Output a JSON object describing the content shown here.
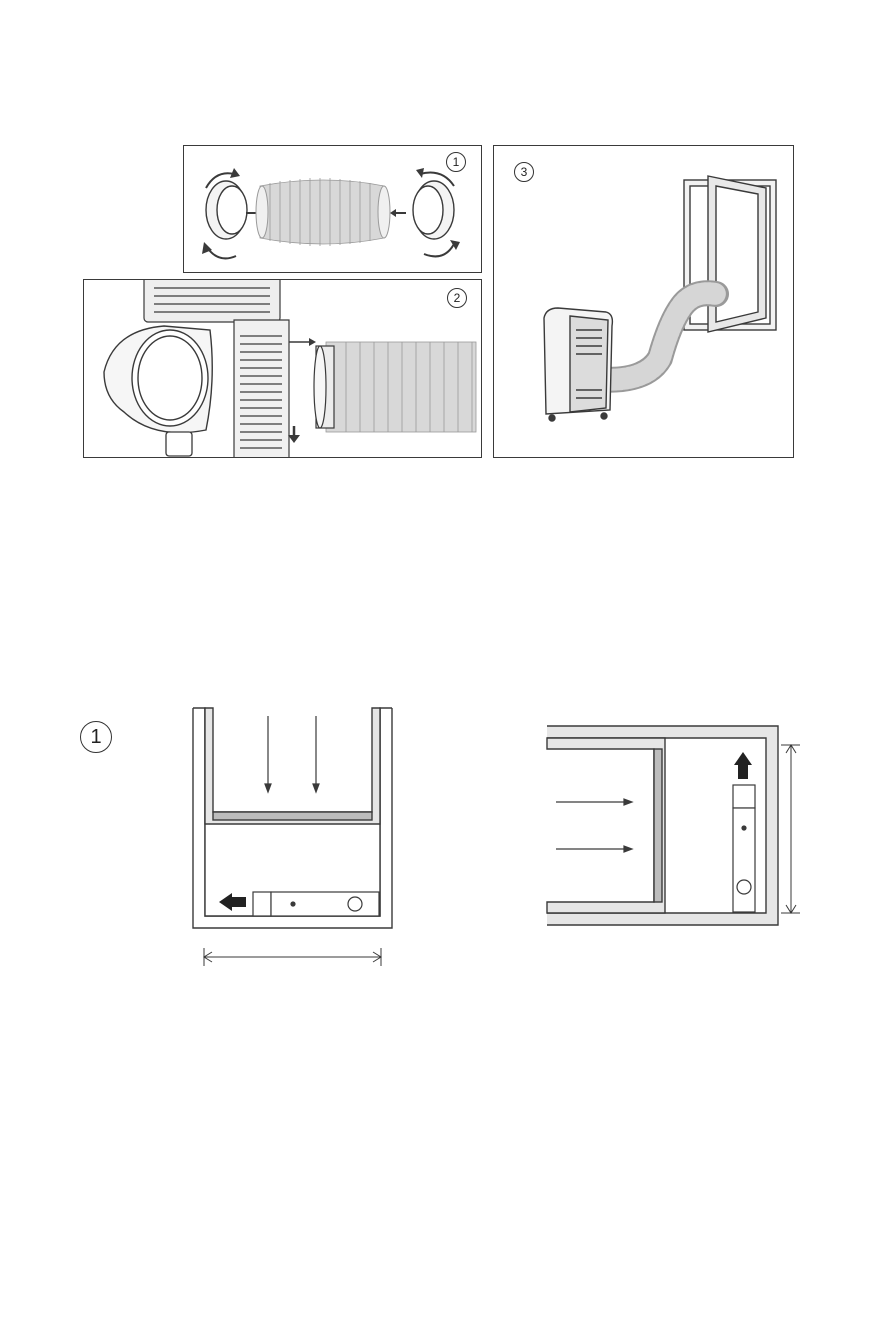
{
  "figure_top": {
    "panel_1": {
      "step": "1"
    },
    "panel_2": {
      "step": "2"
    },
    "panel_3": {
      "step": "3"
    }
  },
  "figure_bottom": {
    "step": "1"
  },
  "colors": {
    "line": "#3a3a3a",
    "hose": "#cfcfcf",
    "frame_fill": "#e6e6e6"
  },
  "icons": [
    "rotate-arrow-icon",
    "push-arrow-icon",
    "down-arrow-icon",
    "slide-arrow-icon",
    "dimension-arrow-icon"
  ]
}
